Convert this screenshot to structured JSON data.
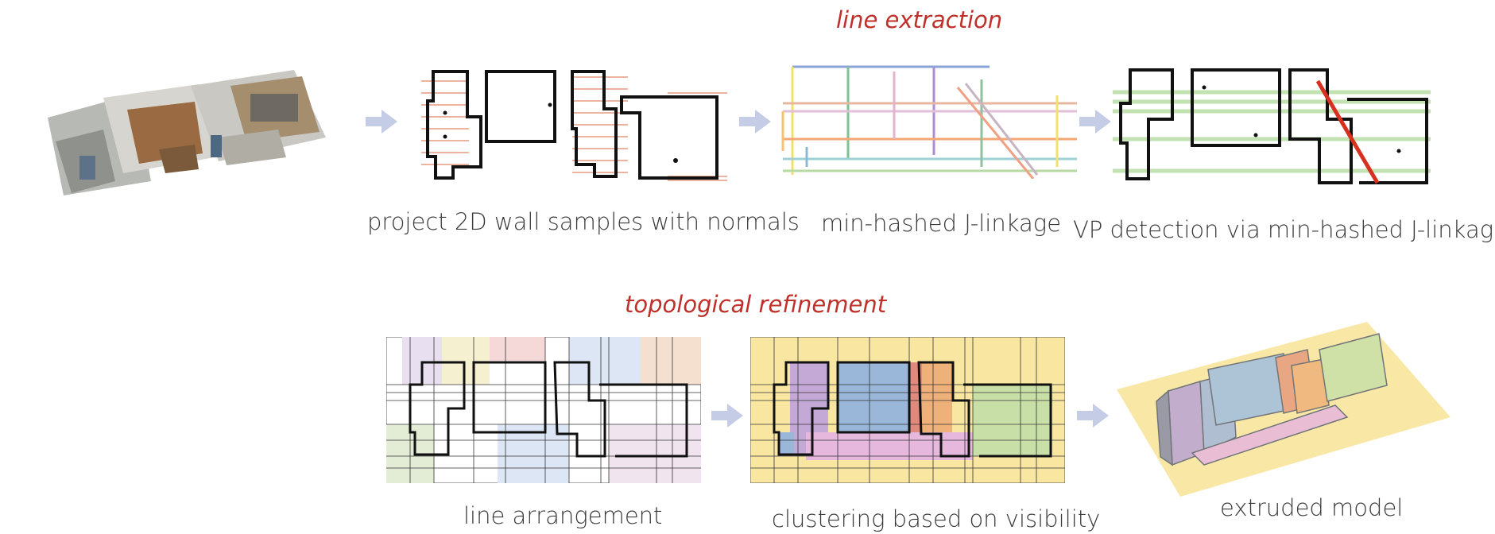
{
  "titles": {
    "line_extraction": "line extraction",
    "topological_refinement": "topological refinement"
  },
  "captions": {
    "project": "project 2D wall samples with normals",
    "jlinkage": "min-hashed J-linkage",
    "vp": "VP detection via min-hashed J-linkage",
    "arrangement": "line arrangement",
    "clustering": "clustering based on visibility",
    "extruded": "extruded model"
  },
  "colors": {
    "title_red": "#c0302a",
    "arrow": "#c5cce6",
    "clustering_bg": "#f9e6a1",
    "cluster_purple": "#c4a8d6",
    "cluster_blue": "#9ab7d9",
    "cluster_red": "#e08a7e",
    "cluster_orange": "#efb17a",
    "cluster_green": "#c8e0a8",
    "cluster_pink": "#e7b8de",
    "normals": "#d35a2c"
  }
}
